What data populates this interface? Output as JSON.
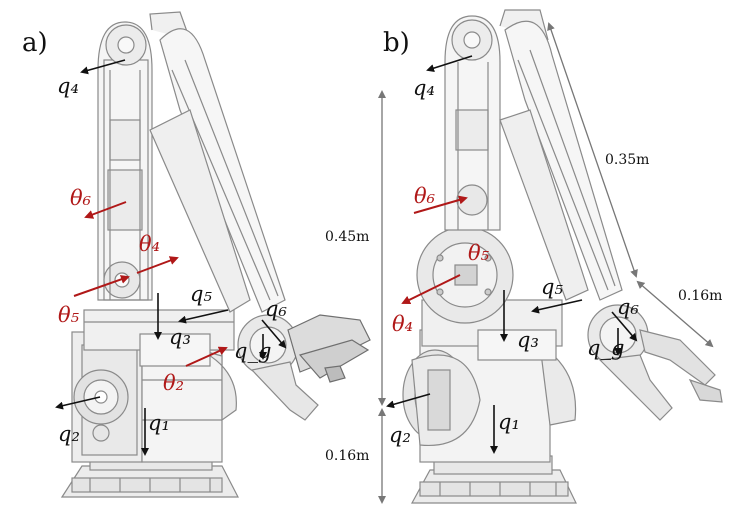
{
  "panels": {
    "a": "a)",
    "b": "b)"
  },
  "left": {
    "q4": "q₄",
    "q5": "q₅",
    "q6": "q₆",
    "q3": "q₃",
    "qg": "q_g",
    "q2": "q₂",
    "q1": "q₁",
    "theta6": "θ₆",
    "theta4": "θ₄",
    "theta5": "θ₅",
    "theta2": "θ₂"
  },
  "right": {
    "q4": "q₄",
    "q5": "q₅",
    "q6": "q₆",
    "q3": "q₃",
    "qg": "q_g",
    "q2": "q₂",
    "q1": "q₁",
    "theta6": "θ₆",
    "theta5": "θ₅",
    "theta4": "θ₄"
  },
  "dimensions": {
    "upper_height": "0.45m",
    "base_height": "0.16m",
    "arm_length": "0.35m",
    "gripper_length": "0.16m"
  },
  "colors": {
    "joint_axis_arrow": "#111111",
    "angle_arrow": "#b01818",
    "dimension_line": "#777777",
    "robot_line": "#8a8a8a",
    "robot_fill": "#f1f1f1"
  }
}
